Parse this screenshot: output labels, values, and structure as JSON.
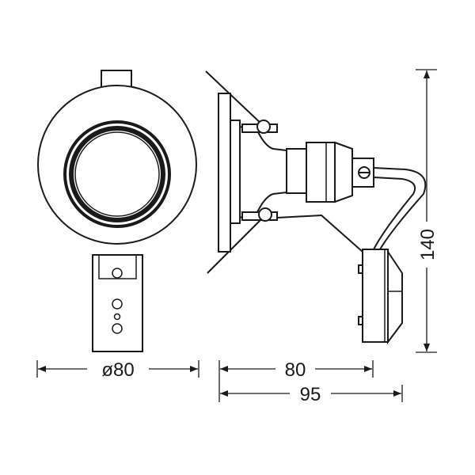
{
  "dimensions": {
    "diameter": "ø80",
    "depth": "80",
    "total_depth": "95",
    "height": "140"
  },
  "colors": {
    "line": "#1a1a1a",
    "background": "#ffffff"
  }
}
